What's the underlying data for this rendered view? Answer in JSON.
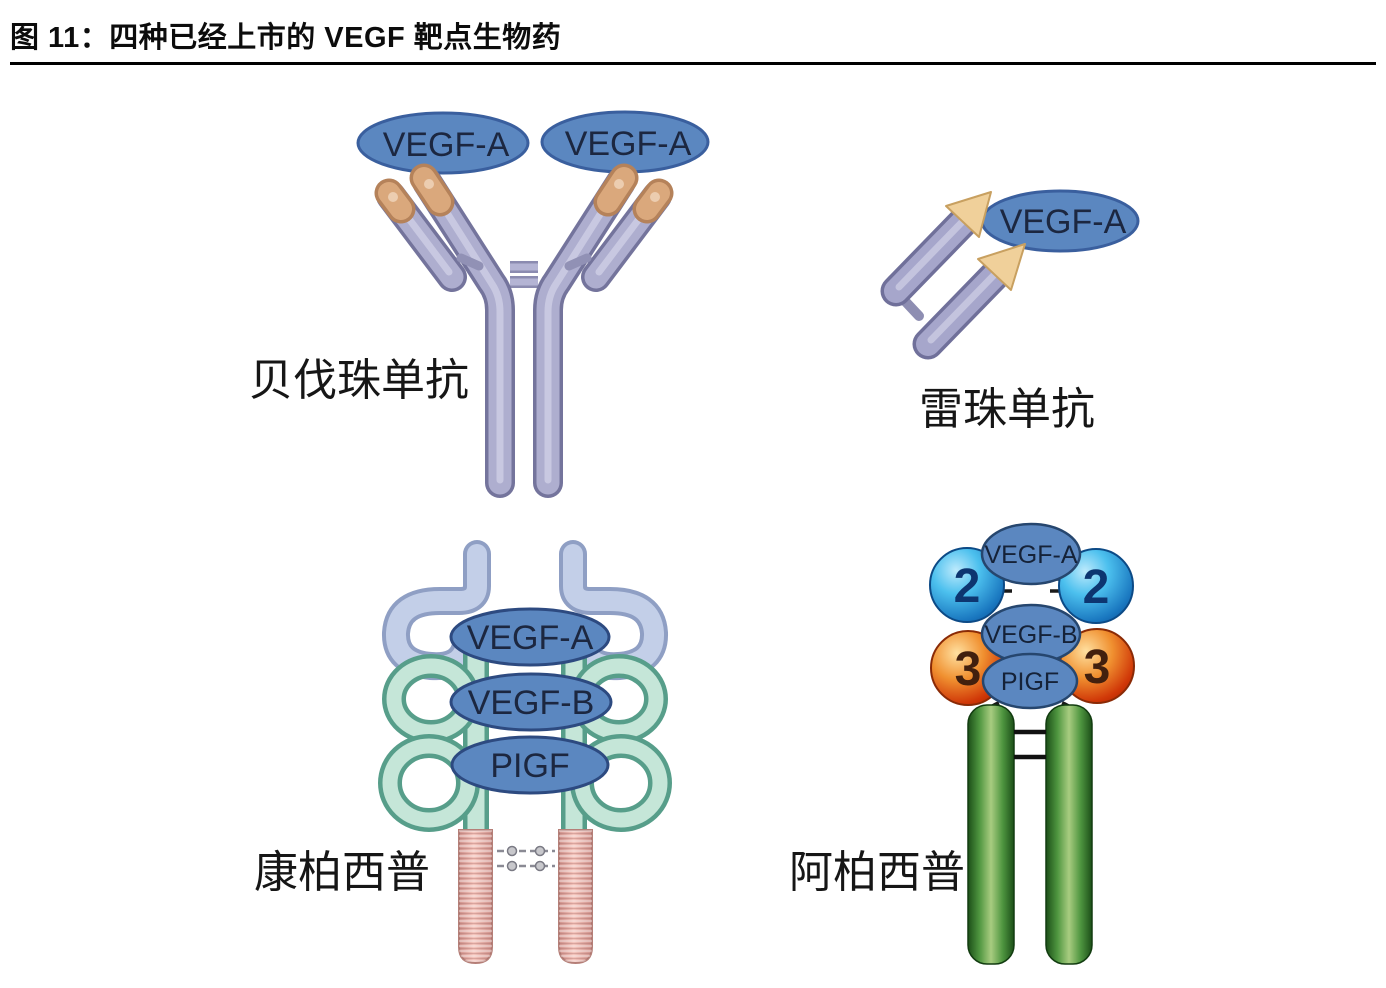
{
  "figure": {
    "title": "图 11：四种已经上市的 VEGF 靶点生物药"
  },
  "molecules": {
    "bevacizumab": {
      "name": "贝伐珠单抗",
      "bound_targets": [
        "VEGF-A",
        "VEGF-A"
      ]
    },
    "ranibizumab": {
      "name": "雷珠单抗",
      "bound_targets": [
        "VEGF-A"
      ]
    },
    "conbercept": {
      "name": "康柏西普",
      "bound_targets": [
        "VEGF-A",
        "VEGF-B",
        "PIGF"
      ]
    },
    "aflibercept": {
      "name": "阿柏西普",
      "bound_targets": [
        "VEGF-A",
        "VEGF-B",
        "PIGF"
      ],
      "receptor_domains": [
        "2",
        "2",
        "3",
        "3"
      ]
    }
  },
  "colors": {
    "target_ellipse_fill": "#5b87c0",
    "target_ellipse_border": "#35568e",
    "antibody_body": "#aeaecf",
    "antibody_outline": "#74749c",
    "fab_tip_tan": "#d9a275",
    "ranibizumab_tip_tan": "#f0d09a",
    "conbercept_domain2_blue": "#c3cfe8",
    "conbercept_domain_teal": "#c5e6d8",
    "conbercept_fc_pink": "#eec0b8",
    "aflibercept_domain2_blue": "#2e9fd8",
    "aflibercept_domain3_orange": "#e05a10",
    "aflibercept_fc_green": "#3f8a34",
    "label_text": "#161616"
  }
}
